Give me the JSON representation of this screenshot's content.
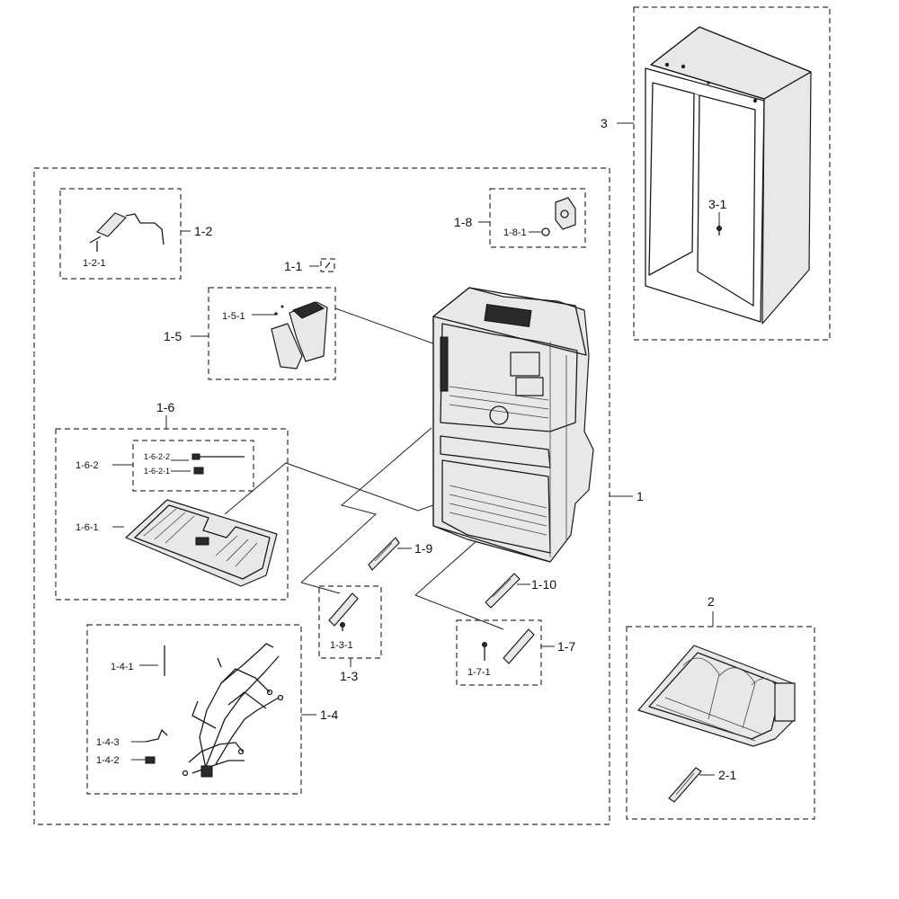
{
  "labels": {
    "p1": "1",
    "p1_1": "1-1",
    "p1_2": "1-2",
    "p1_2_1": "1-2-1",
    "p1_3": "1-3",
    "p1_3_1": "1-3-1",
    "p1_4": "1-4",
    "p1_4_1": "1-4-1",
    "p1_4_2": "1-4-2",
    "p1_4_3": "1-4-3",
    "p1_5": "1-5",
    "p1_5_1": "1-5-1",
    "p1_6": "1-6",
    "p1_6_1": "1-6-1",
    "p1_6_2": "1-6-2",
    "p1_6_2_1": "1-6-2-1",
    "p1_6_2_2": "1-6-2-2",
    "p1_7": "1-7",
    "p1_7_1": "1-7-1",
    "p1_8": "1-8",
    "p1_8_1": "1-8-1",
    "p1_9": "1-9",
    "p1_10": "1-10",
    "p2": "2",
    "p2_1": "2-1",
    "p3": "3",
    "p3_1": "3-1"
  }
}
